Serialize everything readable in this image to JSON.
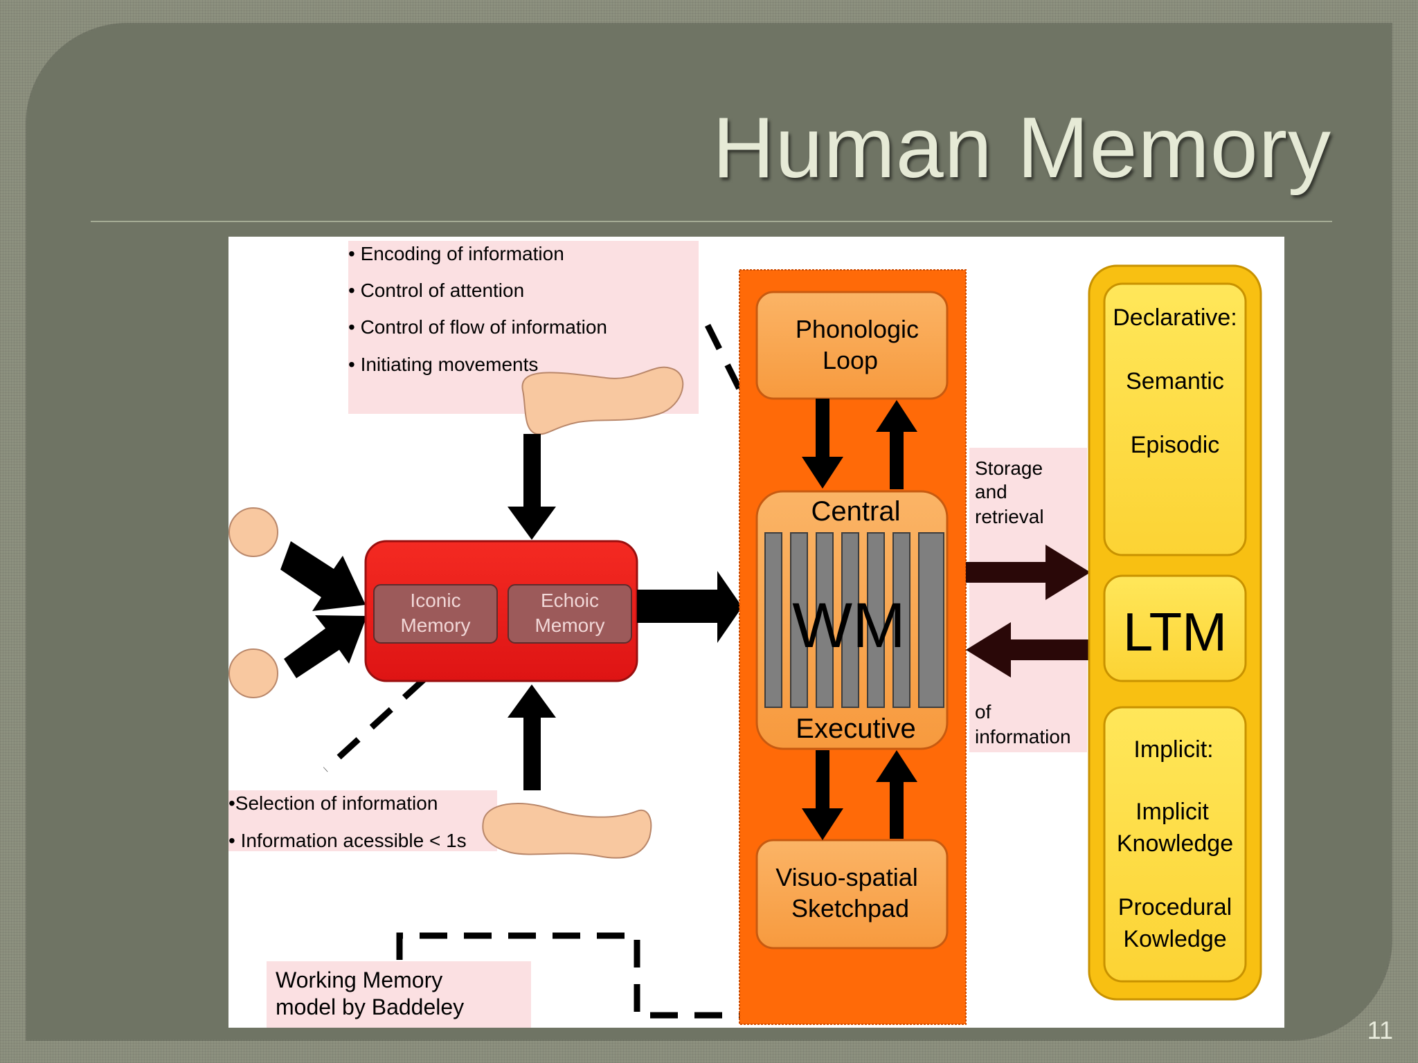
{
  "slide": {
    "title": "Human Memory",
    "page_number": "11"
  },
  "diagram": {
    "central_executive_notes": [
      "• Encoding of information",
      "• Control of attention",
      "• Control of flow of information",
      "• Initiating movements"
    ],
    "sensory_memory_notes": [
      "•Selection of information",
      "• Information acessible < 1s"
    ],
    "caption": [
      "Working Memory",
      "model by Baddeley"
    ],
    "sensory_memory": {
      "iconic": [
        "Iconic",
        "Memory"
      ],
      "echoic": [
        "Echoic",
        "Memory"
      ]
    },
    "working_memory": {
      "phonologic_loop": [
        "Phonologic",
        "Loop"
      ],
      "central_top": "Central",
      "wm": "WM",
      "central_bottom": "Executive",
      "visuo_spatial": [
        "Visuo-spatial",
        "Sketchpad"
      ]
    },
    "storage_label": [
      "Storage",
      "and",
      "retrieval"
    ],
    "information_label": [
      "of",
      "information"
    ],
    "ltm": {
      "declarative_title": "Declarative:",
      "semantic": "Semantic",
      "episodic": "Episodic",
      "ltm_label": "LTM",
      "implicit_title": "Implicit:",
      "implicit_knowledge": [
        "Implicit",
        "Knowledge"
      ],
      "procedural_knowledge": [
        "Procedural",
        "Kowledge"
      ]
    },
    "colors": {
      "sensory_box": "#ee1c1c",
      "sensory_inner": "#9c5a5a",
      "wm_panel": "#ff6a08",
      "wm_box": "#f9a24c",
      "ltm_panel": "#f8c012",
      "ltm_box": "#ffe04a",
      "note_bg": "#fbe0e2",
      "blob": "#f8c8a0"
    }
  }
}
